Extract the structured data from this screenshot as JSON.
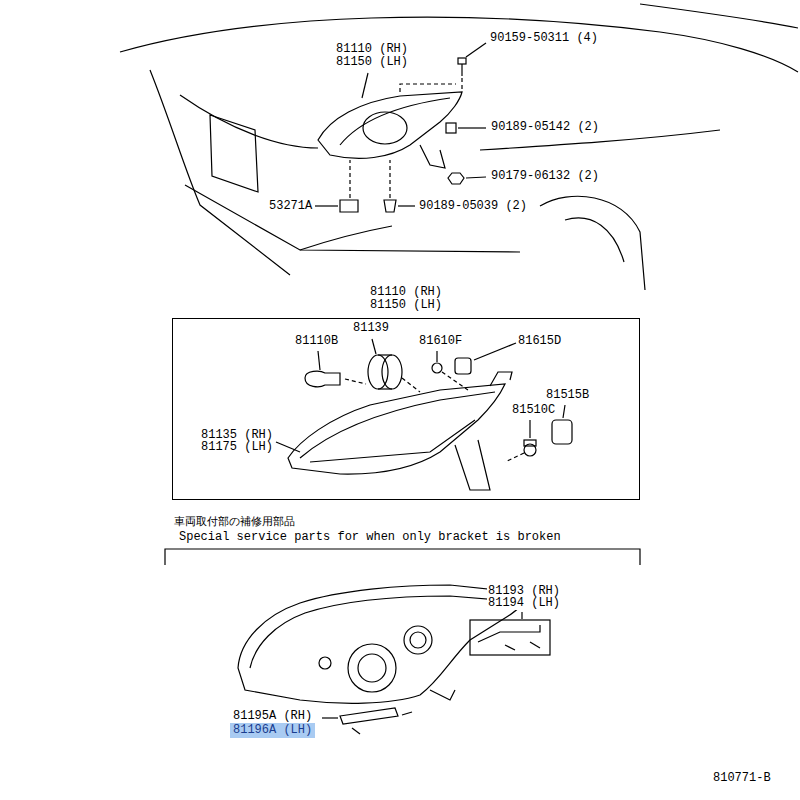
{
  "diagram": {
    "nodes": [
      {
        "text": [
          "81110 (RH) 81150 (LH)"
        ]
      },
      {
        "text": [
          "81196A (LH)"
        ]
      }
    ],
    "labels": [
      "81110 (RH)",
      "81150 (LH)",
      "90159-50311 (4)",
      "90189-05142 (2)",
      "90179-06132 (2)",
      "53271A",
      "90189-05039 (2)",
      "81139",
      "81110B",
      "81610F",
      "81615D",
      "81515B",
      "81510C",
      "81135 (RH)",
      "81175 (LH)",
      "車両取付部の補修用部品",
      "Special service parts for when only bracket is broken",
      "81193 (RH)",
      "81194 (LH)",
      "81195A (RH)",
      "810771-B"
    ]
  }
}
